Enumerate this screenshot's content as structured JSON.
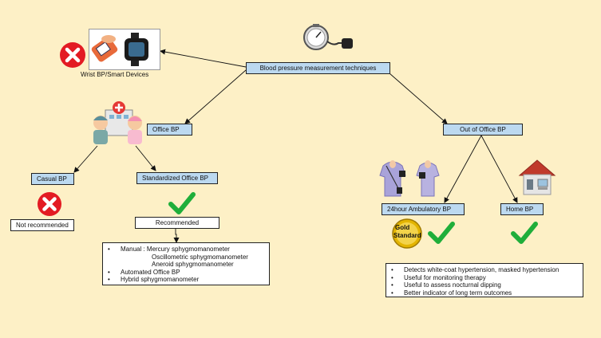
{
  "root": {
    "label": "Blood pressure measurement techniques",
    "icon": "blood-pressure-gauge-icon"
  },
  "wrist": {
    "label": "Wrist BP/Smart Devices",
    "status_icon": "cross-icon",
    "icons": [
      "wrist-monitor-icon",
      "smartwatch-icon"
    ]
  },
  "office": {
    "label": "Office BP",
    "icon": "doctor-nurse-hospital-icon"
  },
  "casual": {
    "label": "Casual BP",
    "status_icon": "cross-icon",
    "result": "Not recommended"
  },
  "standardized": {
    "label": "Standardized Office BP",
    "status_icon": "check-icon",
    "result": "Recommended",
    "methods": [
      {
        "bullet": "•",
        "text": "Manual : Mercury sphygmomanometer"
      },
      {
        "bullet": "",
        "text": "Oscillometric sphygmomanometer"
      },
      {
        "bullet": "",
        "text": "Aneroid  sphygmomanometer"
      },
      {
        "bullet": "•",
        "text": "Automated Office BP"
      },
      {
        "bullet": "•",
        "text": "Hybrid sphygmomanometer"
      }
    ]
  },
  "out_of_office": {
    "label": "Out of Office BP"
  },
  "ambulatory": {
    "label": "24hour Ambulatory BP",
    "icon": "ambulatory-monitor-wearer-icon",
    "badge_line1": "Gold",
    "badge_line2": "Standard",
    "status_icon": "check-icon",
    "benefits": [
      "Detects white-coat hypertension, masked hypertension",
      "Useful for monitoring therapy",
      "Useful to assess nocturnal dipping",
      "Better indicator of long term outcomes"
    ]
  },
  "home": {
    "label": "Home BP",
    "icon": "house-icon",
    "status_icon": "check-icon"
  },
  "colors": {
    "node_fill": "#bcd9f0",
    "background": "#fdf0c6",
    "check": "#1fae3a",
    "cross": "#e31b23",
    "badge": "#e3b400"
  }
}
